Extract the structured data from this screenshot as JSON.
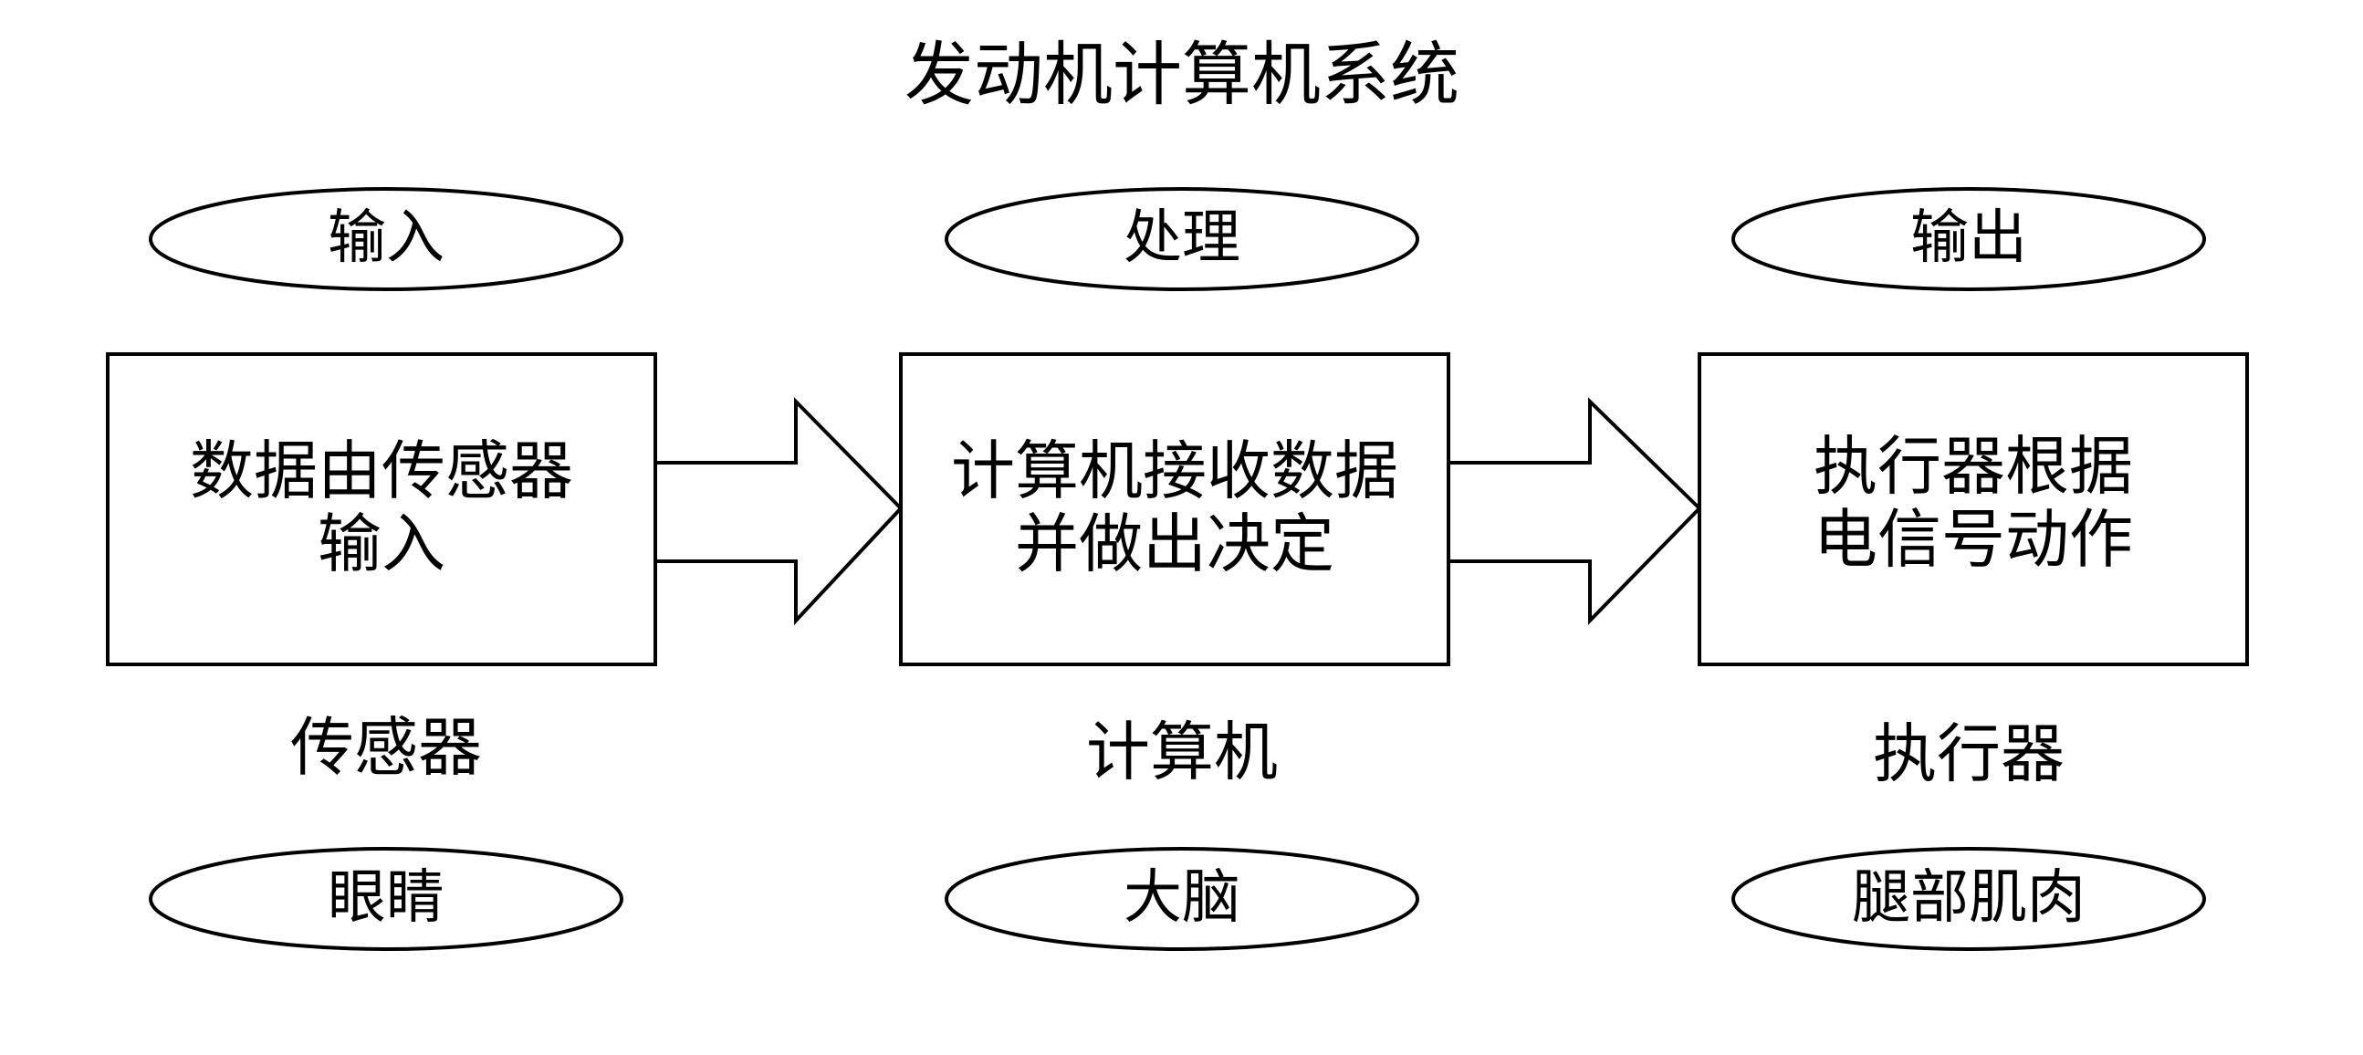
{
  "title": "发动机计算机系统",
  "stages": [
    {
      "phase": "输入",
      "box_lines": [
        "数据由传感器",
        "输入"
      ],
      "component": "传感器",
      "analogy": "眼睛"
    },
    {
      "phase": "处理",
      "box_lines": [
        "计算机接收数据",
        "并做出决定"
      ],
      "component": "计算机",
      "analogy": "大脑"
    },
    {
      "phase": "输出",
      "box_lines": [
        "执行器根据",
        "电信号动作"
      ],
      "component": "执行器",
      "analogy": "腿部肌肉"
    }
  ],
  "colors": {
    "stroke": "#000000",
    "fill": "#ffffff",
    "text": "#000000"
  }
}
